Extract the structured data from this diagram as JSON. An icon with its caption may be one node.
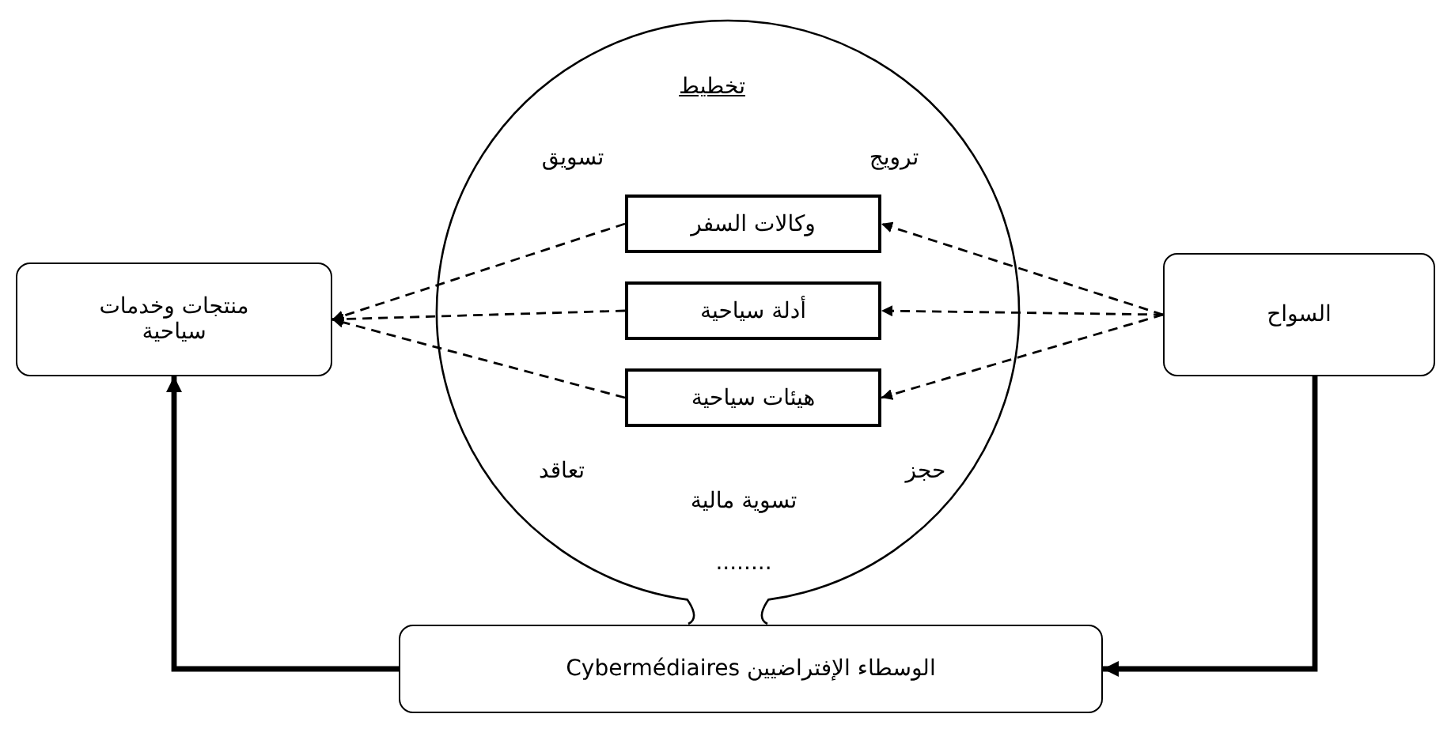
{
  "diagram": {
    "nodes": [
      {
        "text": [
          "تخطيط",
          "تسويق",
          "ترويج",
          "تعاقد",
          "حجز",
          "تسوية مالية",
          "........"
        ]
      },
      {
        "text": [
          "وكالات السفر"
        ],
        "in": 0
      },
      {
        "text": [
          "أدلة سياحية"
        ],
        "in": 0
      },
      {
        "text": [
          "هيئات سياحية"
        ],
        "in": 0
      },
      {
        "text": [
          "منتجات وخدمات سياحية"
        ]
      },
      {
        "text": [
          "السواح"
        ]
      },
      {
        "text": [
          "الوسطاء الإفتراضيين Cybermédiaires"
        ]
      }
    ],
    "edges": [
      {
        "from": 5,
        "to": 1,
        "arrow": "to",
        "style": "dashed"
      },
      {
        "from": 5,
        "to": 2,
        "arrow": "to",
        "style": "dashed"
      },
      {
        "from": 5,
        "to": 3,
        "arrow": "to",
        "style": "dashed"
      },
      {
        "from": 1,
        "to": 4,
        "arrow": "to",
        "style": "dashed"
      },
      {
        "from": 2,
        "to": 4,
        "arrow": "to",
        "style": "dashed"
      },
      {
        "from": 3,
        "to": 4,
        "arrow": "to",
        "style": "dashed"
      },
      {
        "from": 5,
        "to": 6,
        "arrow": "to",
        "style": "thick"
      },
      {
        "from": 6,
        "to": 4,
        "arrow": "to",
        "style": "thick"
      }
    ]
  }
}
